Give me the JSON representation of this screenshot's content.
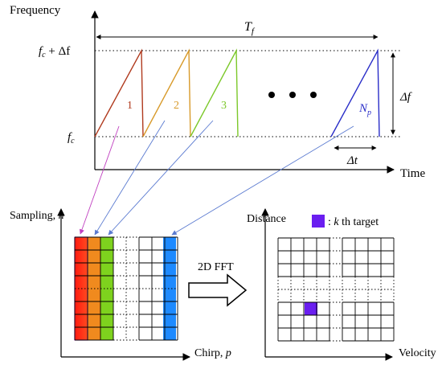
{
  "top_chart": {
    "ylabel": "Frequency",
    "xlabel": "Time",
    "ytick_top": "f_c + Δf",
    "ytick_top_base": "f",
    "ytick_top_sub": "c",
    "ytick_top_rest": " + Δf",
    "ytick_bottom_base": "f",
    "ytick_bottom_sub": "c",
    "tf_base": "T",
    "tf_sub": "f",
    "delta_f": "Δf",
    "delta_t": "Δt",
    "chirp_labels": [
      "1",
      "2",
      "3"
    ],
    "np_base": "N",
    "np_sub": "p",
    "chirp_colors": [
      "#b03a1e",
      "#d89a2a",
      "#7cc82a",
      "#2a2ec8"
    ]
  },
  "left_matrix": {
    "ylabel_text": "Sampling, ",
    "ylabel_var": "n",
    "xlabel_text": "Chirp, ",
    "xlabel_var": "p",
    "column_colors": [
      "#ff2a1a",
      "#f08a1e",
      "#7ed21e",
      "#1e8aff"
    ]
  },
  "transform": {
    "label": "2D FFT"
  },
  "right_matrix": {
    "ylabel": "Distance",
    "xlabel": "Velocity",
    "legend_prefix": ": ",
    "legend_var": "k",
    "legend_suffix": " th target",
    "target_color": "#6a1ef0"
  }
}
